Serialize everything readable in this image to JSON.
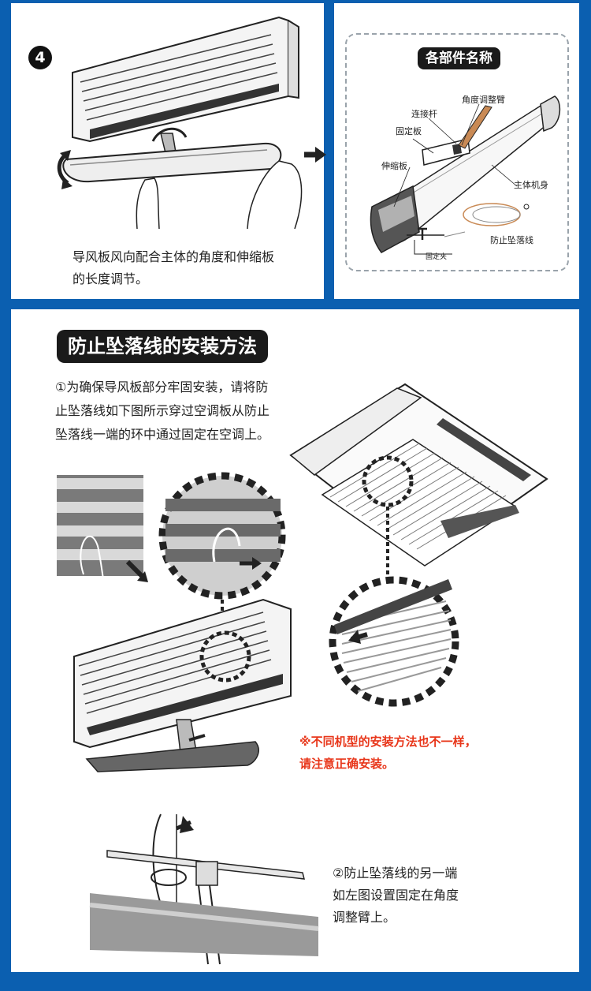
{
  "step4": {
    "badge": "4",
    "caption_line1": "导风板风向配合主体的角度和伸缩板",
    "caption_line2": "的长度调节。"
  },
  "parts": {
    "title": "各部件名称",
    "angle_arm": "角度调整臂",
    "connector_rod": "连接杆",
    "fixing_plate": "固定板",
    "telescopic_plate": "伸缩板",
    "main_body": "主体机身",
    "anti_fall_wire": "防止坠落线",
    "fixing_clip": "固定夹"
  },
  "install": {
    "title": "防止坠落线的安装方法",
    "step1_line1": "①为确保导风板部分牢固安装，请将防",
    "step1_line2": "止坠落线如下图所示穿过空调板从防止",
    "step1_line3": "坠落线一端的环中通过固定在空调上。",
    "note_line1": "※不同机型的安装方法也不一样，",
    "note_line2": "请注意正确安装。",
    "step2_line1": "②防止坠落线的另一端",
    "step2_line2": "如左图设置固定在角度",
    "step2_line3": "调整臂上。"
  },
  "colors": {
    "frame_blue": "#0b5fb0",
    "note_red": "#e8361a"
  }
}
